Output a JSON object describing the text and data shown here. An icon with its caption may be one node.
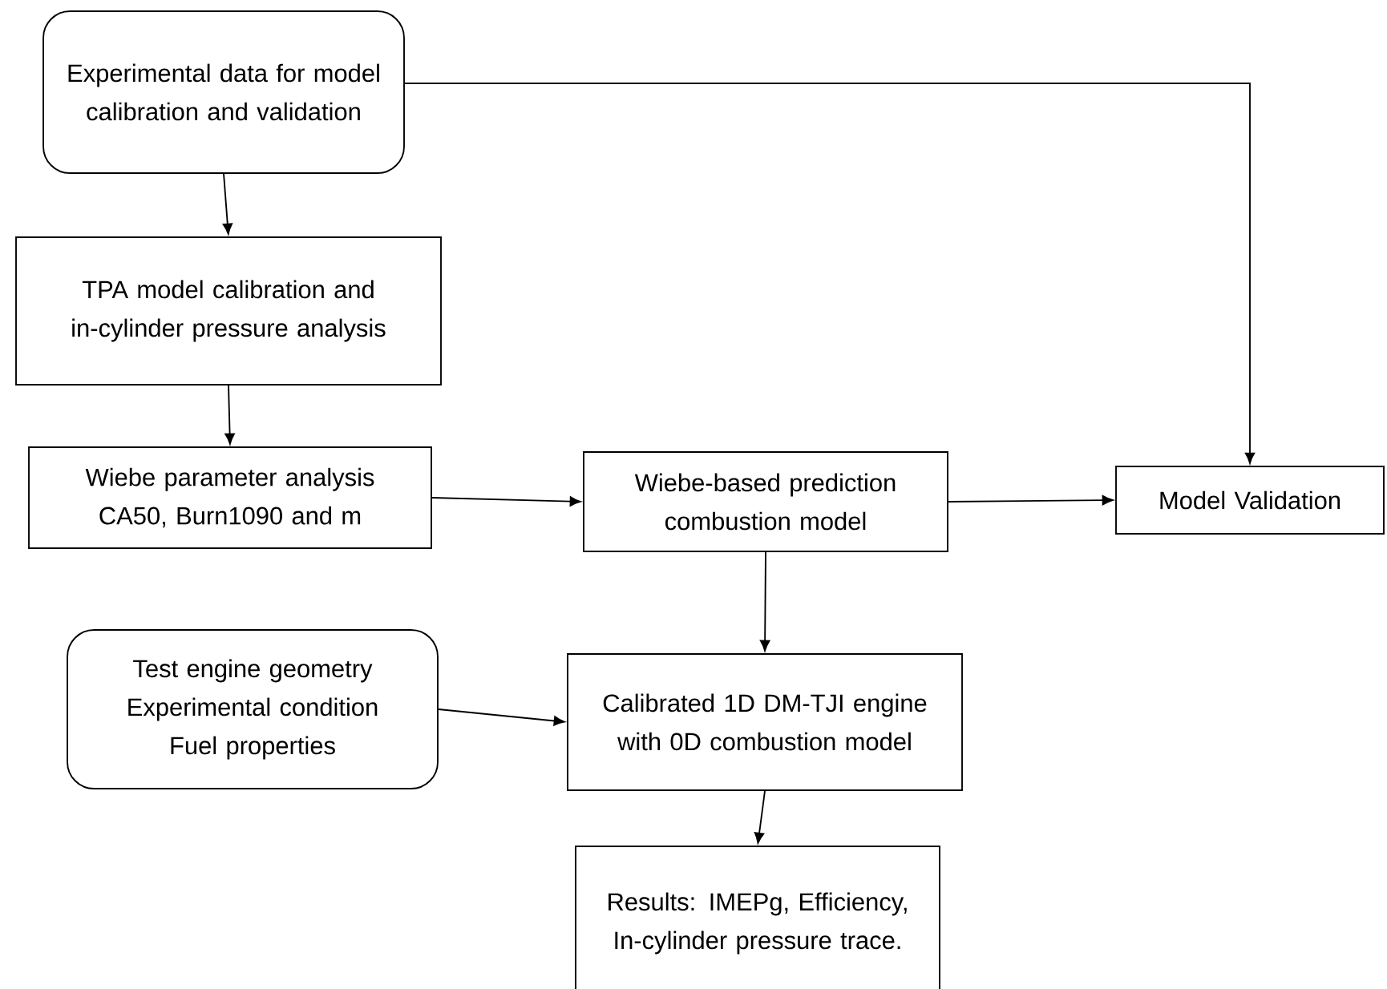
{
  "diagram": {
    "nodes": [
      {
        "text": [
          "Experimental data for model calibration and validation"
        ]
      },
      {
        "text": [
          "TPA model calibration and in-cylinder pressure analysis"
        ]
      },
      {
        "text": [
          "Wiebe parameter analysis CA50, Burn1090 and m"
        ]
      },
      {
        "text": [
          "Wiebe-based prediction combustion model"
        ]
      },
      {
        "text": [
          "Model Validation"
        ]
      },
      {
        "text": [
          "Test engine geometry Experimental condition Fuel properties"
        ]
      },
      {
        "text": [
          "Calibrated 1D DM-TJI engine with 0D combustion model"
        ]
      },
      {
        "text": [
          "Results: IMEPg, Efficiency, In-cylinder pressure trace."
        ]
      }
    ],
    "edges": [
      {
        "from": 0,
        "to": 1,
        "arrow": "to"
      },
      {
        "from": 1,
        "to": 2,
        "arrow": "to"
      },
      {
        "from": 2,
        "to": 3,
        "arrow": "to"
      },
      {
        "from": 3,
        "to": 4,
        "arrow": "to"
      },
      {
        "from": 0,
        "to": 4,
        "arrow": "to"
      },
      {
        "from": 3,
        "to": 6,
        "arrow": "to"
      },
      {
        "from": 5,
        "to": 6,
        "arrow": "to"
      },
      {
        "from": 6,
        "to": 7,
        "arrow": "to"
      }
    ]
  }
}
